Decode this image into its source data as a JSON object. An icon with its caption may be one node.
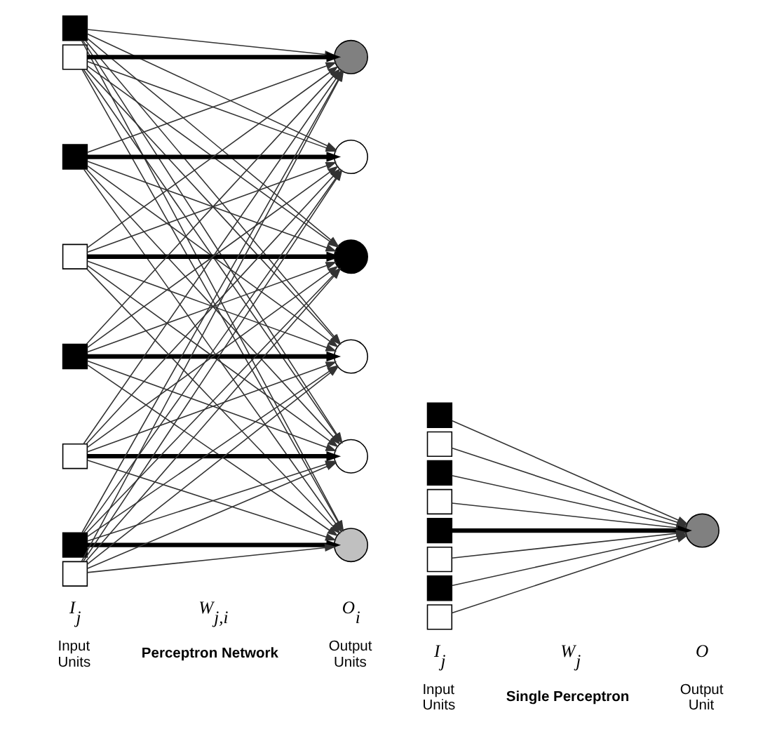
{
  "diagram": {
    "nodes": [
      {
        "text": [],
        "shape": "box"
      },
      {
        "text": [],
        "shape": "box"
      },
      {
        "text": [],
        "shape": "box"
      },
      {
        "text": [],
        "shape": "box"
      },
      {
        "text": [],
        "shape": "box"
      },
      {
        "text": [],
        "shape": "box"
      },
      {
        "text": [],
        "shape": "box"
      },
      {
        "text": [],
        "shape": "box"
      },
      {
        "text": [],
        "shape": "circle"
      },
      {
        "text": [],
        "shape": "circle"
      },
      {
        "text": [],
        "shape": "circle"
      },
      {
        "text": [],
        "shape": "circle"
      },
      {
        "text": [],
        "shape": "circle"
      },
      {
        "text": [],
        "shape": "circle"
      },
      {
        "text": [],
        "shape": "box"
      },
      {
        "text": [],
        "shape": "box"
      },
      {
        "text": [],
        "shape": "box"
      },
      {
        "text": [],
        "shape": "box"
      },
      {
        "text": [],
        "shape": "box"
      },
      {
        "text": [],
        "shape": "box"
      },
      {
        "text": [],
        "shape": "box"
      },
      {
        "text": [],
        "shape": "box"
      },
      {
        "text": [],
        "shape": "circle"
      }
    ],
    "edges": [
      {
        "from": 0,
        "to": 8,
        "arrow": "to"
      },
      {
        "from": 0,
        "to": 9,
        "arrow": "to"
      },
      {
        "from": 0,
        "to": 10,
        "arrow": "to"
      },
      {
        "from": 0,
        "to": 11,
        "arrow": "to"
      },
      {
        "from": 0,
        "to": 12,
        "arrow": "to"
      },
      {
        "from": 0,
        "to": 13,
        "arrow": "to"
      },
      {
        "from": 1,
        "to": 8,
        "arrow": "to",
        "style": "thick"
      },
      {
        "from": 1,
        "to": 9,
        "arrow": "to"
      },
      {
        "from": 1,
        "to": 10,
        "arrow": "to"
      },
      {
        "from": 1,
        "to": 11,
        "arrow": "to"
      },
      {
        "from": 1,
        "to": 12,
        "arrow": "to"
      },
      {
        "from": 1,
        "to": 13,
        "arrow": "to"
      },
      {
        "from": 2,
        "to": 8,
        "arrow": "to"
      },
      {
        "from": 2,
        "to": 9,
        "arrow": "to",
        "style": "thick"
      },
      {
        "from": 2,
        "to": 10,
        "arrow": "to"
      },
      {
        "from": 2,
        "to": 11,
        "arrow": "to"
      },
      {
        "from": 2,
        "to": 12,
        "arrow": "to"
      },
      {
        "from": 2,
        "to": 13,
        "arrow": "to"
      },
      {
        "from": 3,
        "to": 8,
        "arrow": "to"
      },
      {
        "from": 3,
        "to": 9,
        "arrow": "to"
      },
      {
        "from": 3,
        "to": 10,
        "arrow": "to",
        "style": "thick"
      },
      {
        "from": 3,
        "to": 11,
        "arrow": "to"
      },
      {
        "from": 3,
        "to": 12,
        "arrow": "to"
      },
      {
        "from": 3,
        "to": 13,
        "arrow": "to"
      },
      {
        "from": 4,
        "to": 8,
        "arrow": "to"
      },
      {
        "from": 4,
        "to": 9,
        "arrow": "to"
      },
      {
        "from": 4,
        "to": 10,
        "arrow": "to"
      },
      {
        "from": 4,
        "to": 11,
        "arrow": "to",
        "style": "thick"
      },
      {
        "from": 4,
        "to": 12,
        "arrow": "to"
      },
      {
        "from": 4,
        "to": 13,
        "arrow": "to"
      },
      {
        "from": 5,
        "to": 8,
        "arrow": "to"
      },
      {
        "from": 5,
        "to": 9,
        "arrow": "to"
      },
      {
        "from": 5,
        "to": 10,
        "arrow": "to"
      },
      {
        "from": 5,
        "to": 11,
        "arrow": "to"
      },
      {
        "from": 5,
        "to": 12,
        "arrow": "to",
        "style": "thick"
      },
      {
        "from": 5,
        "to": 13,
        "arrow": "to"
      },
      {
        "from": 6,
        "to": 8,
        "arrow": "to"
      },
      {
        "from": 6,
        "to": 9,
        "arrow": "to"
      },
      {
        "from": 6,
        "to": 10,
        "arrow": "to"
      },
      {
        "from": 6,
        "to": 11,
        "arrow": "to"
      },
      {
        "from": 6,
        "to": 12,
        "arrow": "to"
      },
      {
        "from": 6,
        "to": 13,
        "arrow": "to",
        "style": "thick"
      },
      {
        "from": 7,
        "to": 8,
        "arrow": "to"
      },
      {
        "from": 7,
        "to": 9,
        "arrow": "to"
      },
      {
        "from": 7,
        "to": 10,
        "arrow": "to"
      },
      {
        "from": 7,
        "to": 11,
        "arrow": "to"
      },
      {
        "from": 7,
        "to": 12,
        "arrow": "to"
      },
      {
        "from": 7,
        "to": 13,
        "arrow": "to"
      },
      {
        "from": 14,
        "to": 22,
        "arrow": "to"
      },
      {
        "from": 15,
        "to": 22,
        "arrow": "to"
      },
      {
        "from": 16,
        "to": 22,
        "arrow": "to"
      },
      {
        "from": 17,
        "to": 22,
        "arrow": "to"
      },
      {
        "from": 18,
        "to": 22,
        "arrow": "to",
        "style": "thick"
      },
      {
        "from": 19,
        "to": 22,
        "arrow": "to"
      },
      {
        "from": 20,
        "to": 22,
        "arrow": "to"
      },
      {
        "from": 21,
        "to": 22,
        "arrow": "to"
      }
    ],
    "labels": [
      "I$_{j}$",
      "W$_{j,i}$",
      "O$_{i}$",
      "Input Units",
      "Output Units",
      "Perceptron Network",
      "I$_{j}$",
      "W$_{j}$",
      "O",
      "Input Units",
      "Output Unit",
      "Single Perceptron"
    ]
  }
}
